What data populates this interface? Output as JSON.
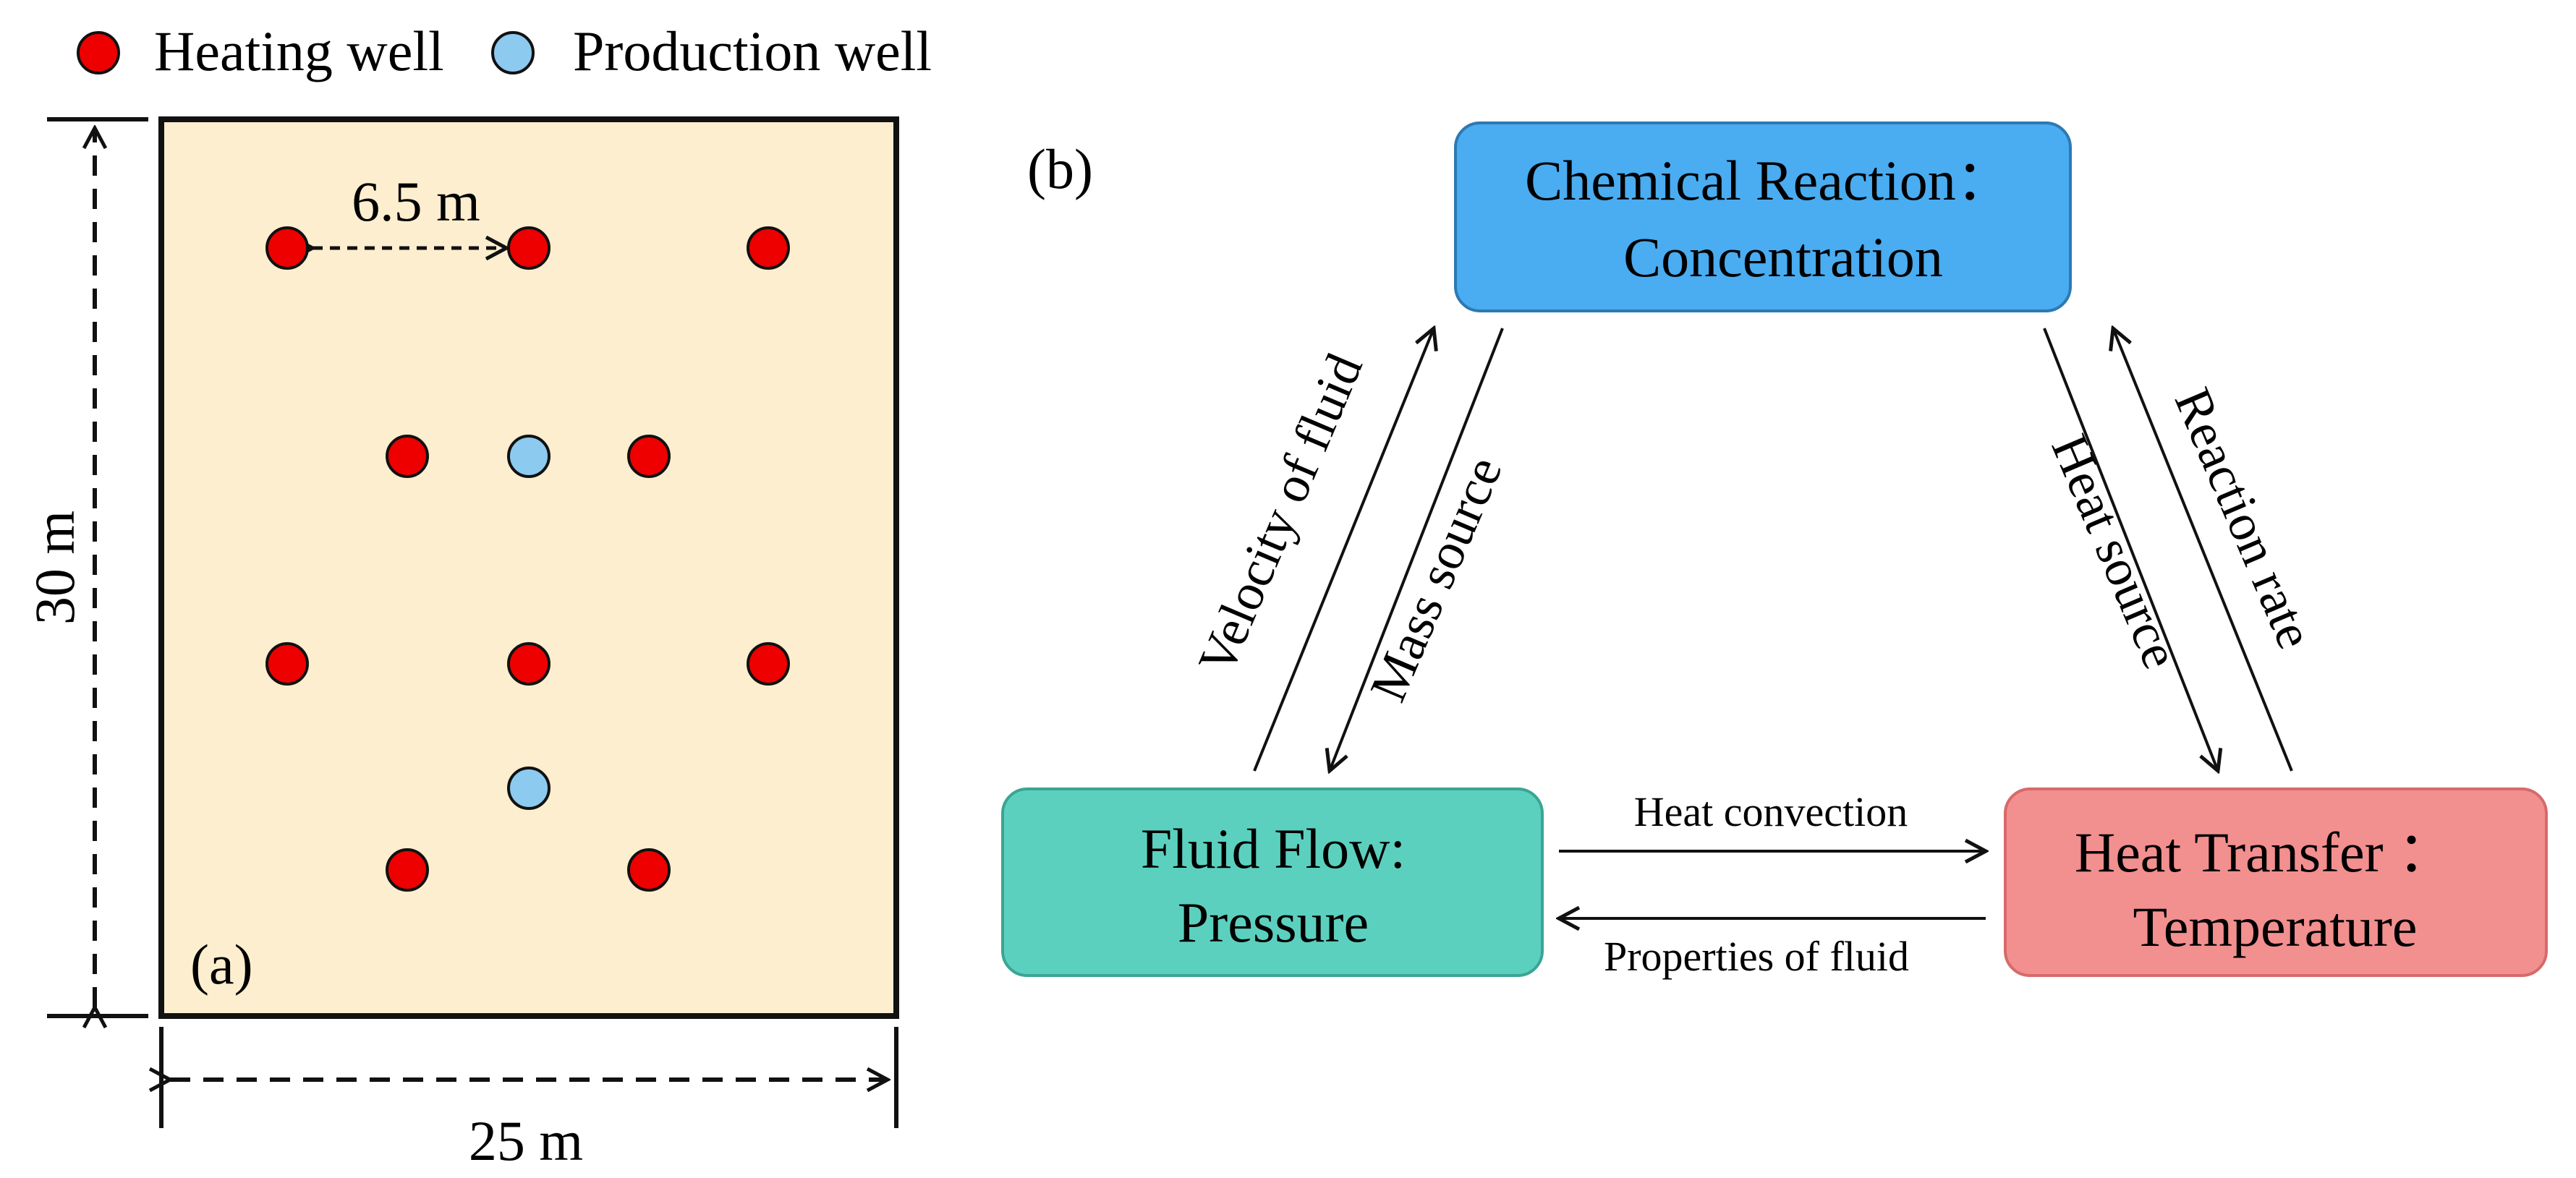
{
  "legend": {
    "heating_label": "Heating well",
    "production_label": "Production well"
  },
  "panel_a": {
    "label": "(a)",
    "spacing_label": "6.5 m",
    "height_label": "30 m",
    "width_label": "25 m",
    "colors": {
      "background": "#fdeecf",
      "heating_well": "#ee0000",
      "production_well": "#8ccaf0"
    }
  },
  "panel_b": {
    "label": "(b)",
    "boxes": {
      "chemical": {
        "line1": "Chemical Reaction：",
        "line2": "Concentration",
        "color": "#4aacf1"
      },
      "fluid": {
        "line1": "Fluid Flow:",
        "line2": "Pressure",
        "color": "#5cd0bf"
      },
      "heat": {
        "line1": "Heat Transfer ：",
        "line2": "Temperature",
        "color": "#f28f8f"
      }
    },
    "arrows": {
      "velocity": "Velocity of fluid",
      "mass": "Mass source",
      "heat_source": "Heat source",
      "reaction_rate": "Reaction rate",
      "heat_convection": "Heat convection",
      "properties": "Properties of fluid"
    }
  }
}
